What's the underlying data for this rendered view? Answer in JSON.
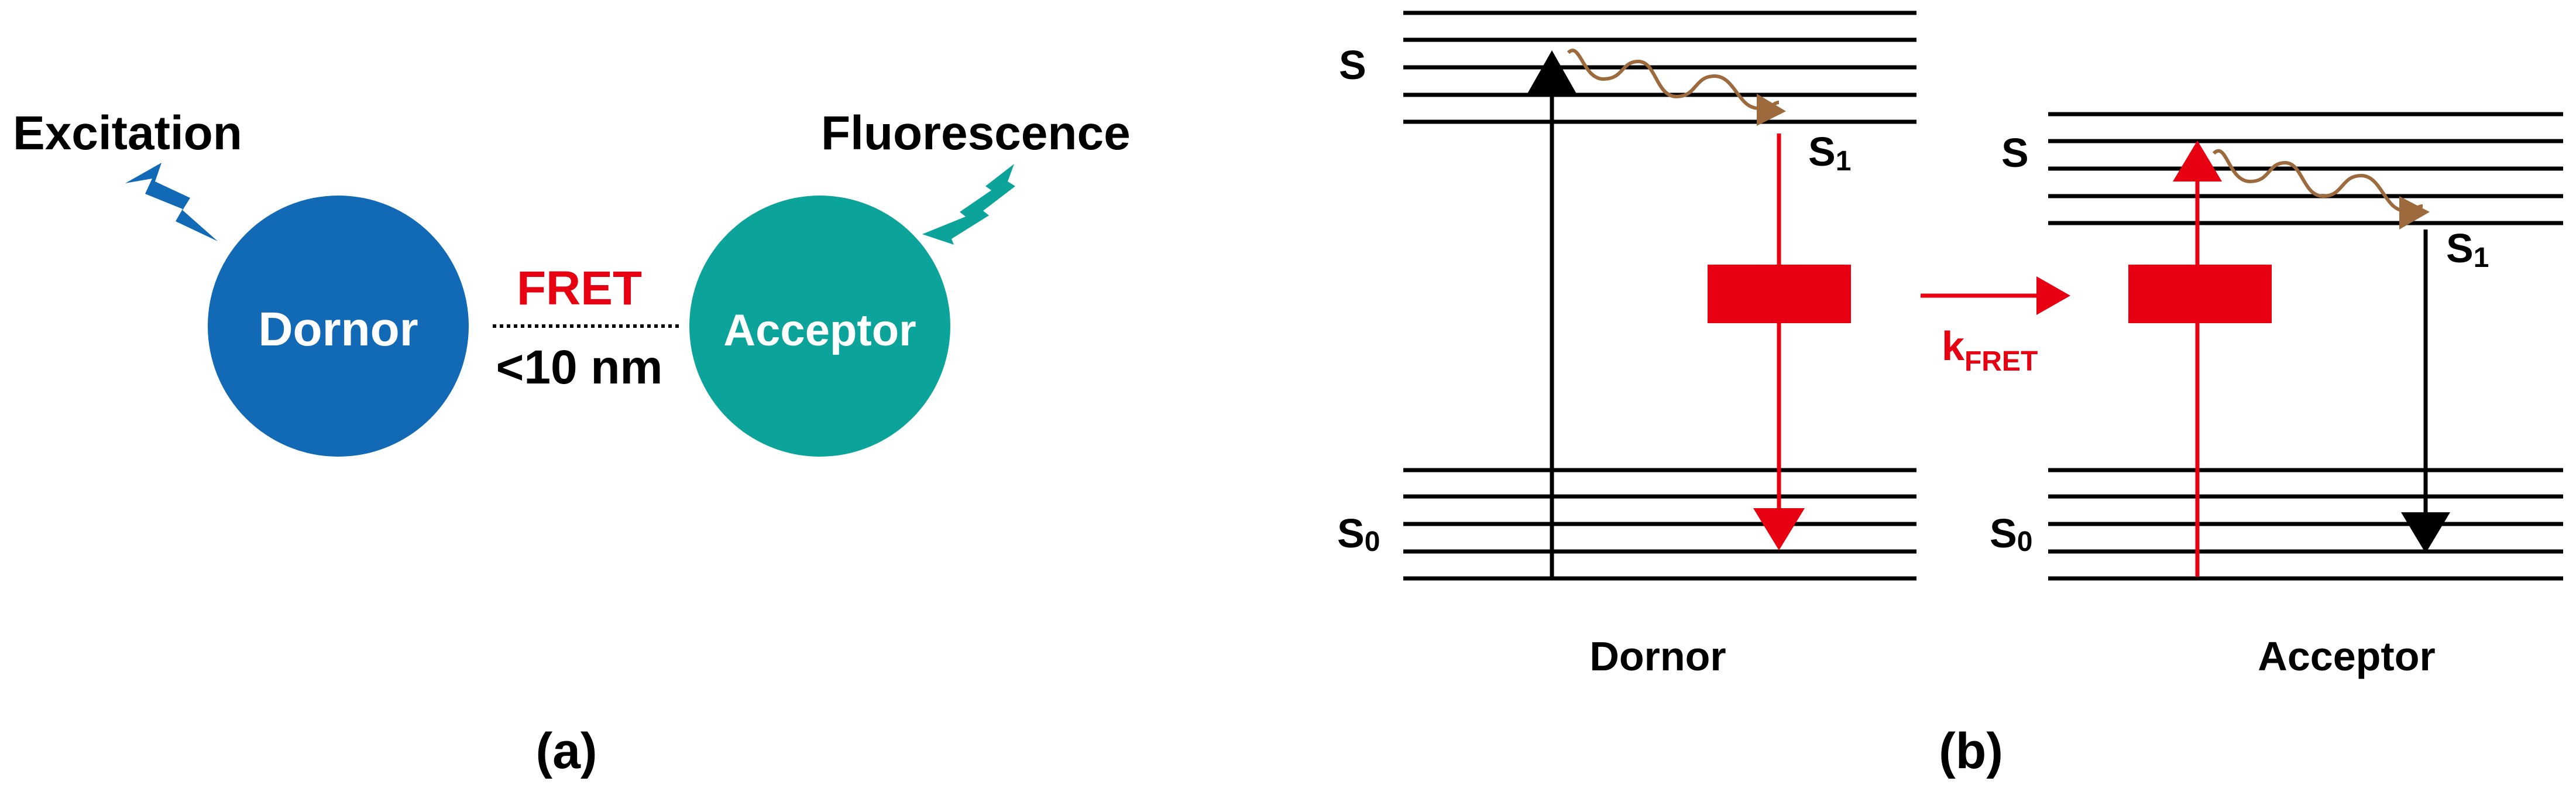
{
  "colors": {
    "donor": "#1269b5",
    "acceptor": "#0ba39a",
    "fret": "#e60012",
    "relaxation": "#9c6a3c",
    "text": "#000000"
  },
  "panel_a": {
    "label": "(a)",
    "excitation_label": "Excitation",
    "fluorescence_label": "Fluorescence",
    "donor_label": "Dornor",
    "acceptor_label": "Acceptor",
    "fret_label": "FRET",
    "distance_label": "<10 nm",
    "icons": [
      "lightning-bolt-icon",
      "lightning-bolt-icon"
    ]
  },
  "panel_b": {
    "label": "(b)",
    "donor_caption": "Dornor",
    "acceptor_caption": "Acceptor",
    "donor_levels": {
      "excited_label": "S",
      "s1_label": "S",
      "s1_sub": "1",
      "s0_label": "S",
      "s0_sub": "0"
    },
    "acceptor_levels": {
      "excited_label": "S",
      "s1_label": "S",
      "s1_sub": "1",
      "s0_label": "S",
      "s0_sub": "0"
    },
    "transfer_label": "k",
    "transfer_sub": "FRET"
  }
}
